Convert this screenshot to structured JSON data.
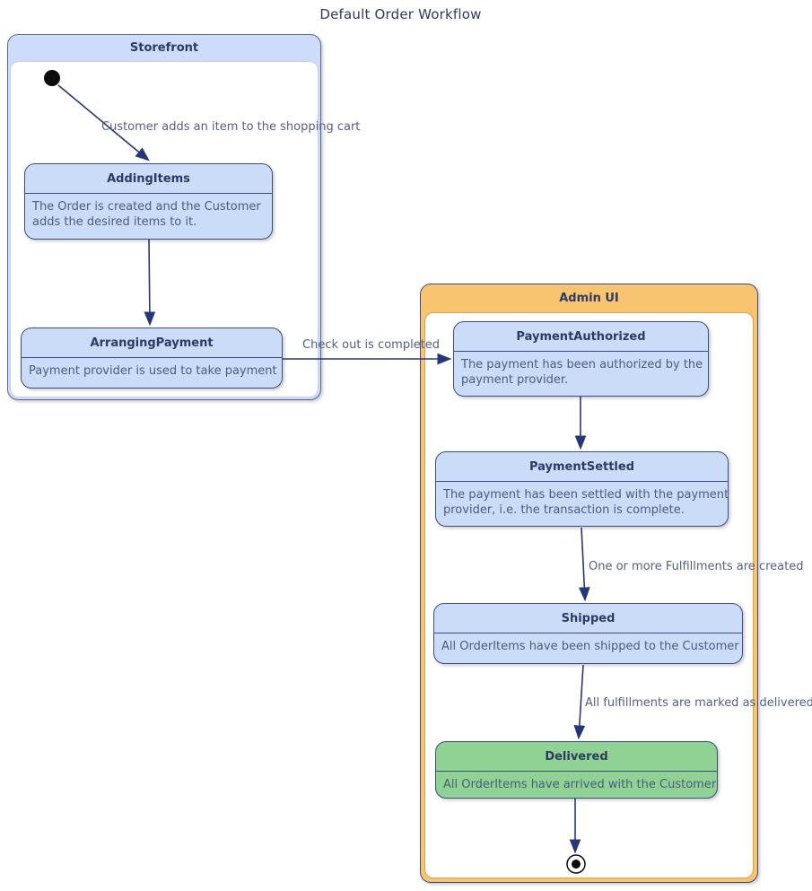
{
  "title": "Default Order Workflow",
  "groups": {
    "storefront": {
      "label": "Storefront"
    },
    "admin_ui": {
      "label": "Admin UI"
    }
  },
  "states": [
    {
      "name": "AddingItems",
      "lines": [
        "The Order is created and the Customer",
        "adds the desired items to it."
      ]
    },
    {
      "name": "ArrangingPayment",
      "lines": [
        "Payment provider is used to take payment"
      ]
    },
    {
      "name": "PaymentAuthorized",
      "lines": [
        "The payment has been authorized by the",
        "payment provider."
      ]
    },
    {
      "name": "PaymentSettled",
      "lines": [
        "The payment has been settled with the payment",
        "provider, i.e. the transaction is complete."
      ]
    },
    {
      "name": "Shipped",
      "lines": [
        "All OrderItems have been shipped to the Customer"
      ]
    },
    {
      "name": "Delivered",
      "lines": [
        "All OrderItems have arrived with the Customer"
      ]
    }
  ],
  "transitions": [
    {
      "from": "initial",
      "to": "AddingItems",
      "label": "Customer adds an item to the shopping cart"
    },
    {
      "from": "AddingItems",
      "to": "ArrangingPayment",
      "label": ""
    },
    {
      "from": "ArrangingPayment",
      "to": "PaymentAuthorized",
      "label": "Check out is completed"
    },
    {
      "from": "PaymentAuthorized",
      "to": "PaymentSettled",
      "label": ""
    },
    {
      "from": "PaymentSettled",
      "to": "Shipped",
      "label": "One or more Fulfillments are created"
    },
    {
      "from": "Shipped",
      "to": "Delivered",
      "label": "All fulfillments are marked as delivered"
    },
    {
      "from": "Delivered",
      "to": "final",
      "label": ""
    }
  ],
  "colors": {
    "state_fill": "#cbdcf9",
    "state_border": "#3d4c7e",
    "delivered_fill": "#90d294",
    "storefront_header": "#ccdcfa",
    "admin_ui_header": "#f9c46f",
    "admin_ui_inner_border": "#e2a145",
    "arrow": "#26367b",
    "title_text": "#2f3a63",
    "body_text": "#4e5a82"
  }
}
